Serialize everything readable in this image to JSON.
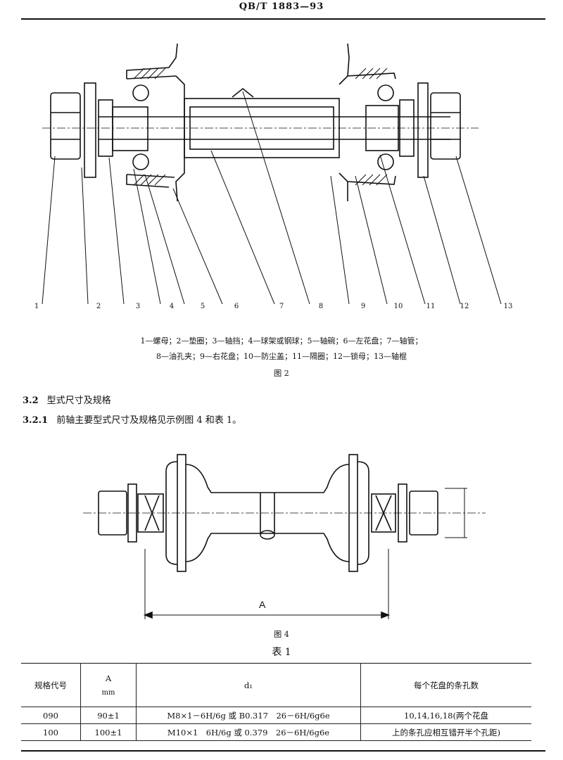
{
  "header": "QB/T 1883—93",
  "fig2": {
    "part_numbers": [
      "1",
      "2",
      "3",
      "4",
      "5",
      "6",
      "7",
      "8",
      "9",
      "10",
      "11",
      "12",
      "13"
    ],
    "legend_line1": "1—螺母；2—垫圈；3—轴挡；4—球架或钢球；5—轴碗；6—左花盘；7—轴管；",
    "legend_line2": "8—油孔夹；9—右花盘；10—防尘盖；11—隔圈；12—锁母；13—轴棍",
    "caption": "图 2"
  },
  "section_3_2": {
    "number": "3.2",
    "title": "型式尺寸及规格"
  },
  "section_3_2_1": {
    "number": "3.2.1",
    "text": "前轴主要型式尺寸及规格见示例图 4 和表 1。"
  },
  "fig4": {
    "dim_label": "A",
    "caption": "图 4"
  },
  "table1": {
    "title": "表 1",
    "headers": {
      "code": "规格代号",
      "a": "A",
      "a_unit": "mm",
      "d1": "d₁",
      "holes": "每个花盘的条孔数"
    },
    "rows": [
      {
        "code": "090",
        "a": "90±1",
        "d1": "M8×1－6H/6g 或 B0.317　26－6H/6g6e",
        "holes": "10,14,16,18(两个花盘"
      },
      {
        "code": "100",
        "a": "100±1",
        "d1": "M10×1　6H/6g 或 0.379　26－6H/6g6e",
        "holes": "上的条孔应相互错开半个孔距)"
      }
    ]
  }
}
